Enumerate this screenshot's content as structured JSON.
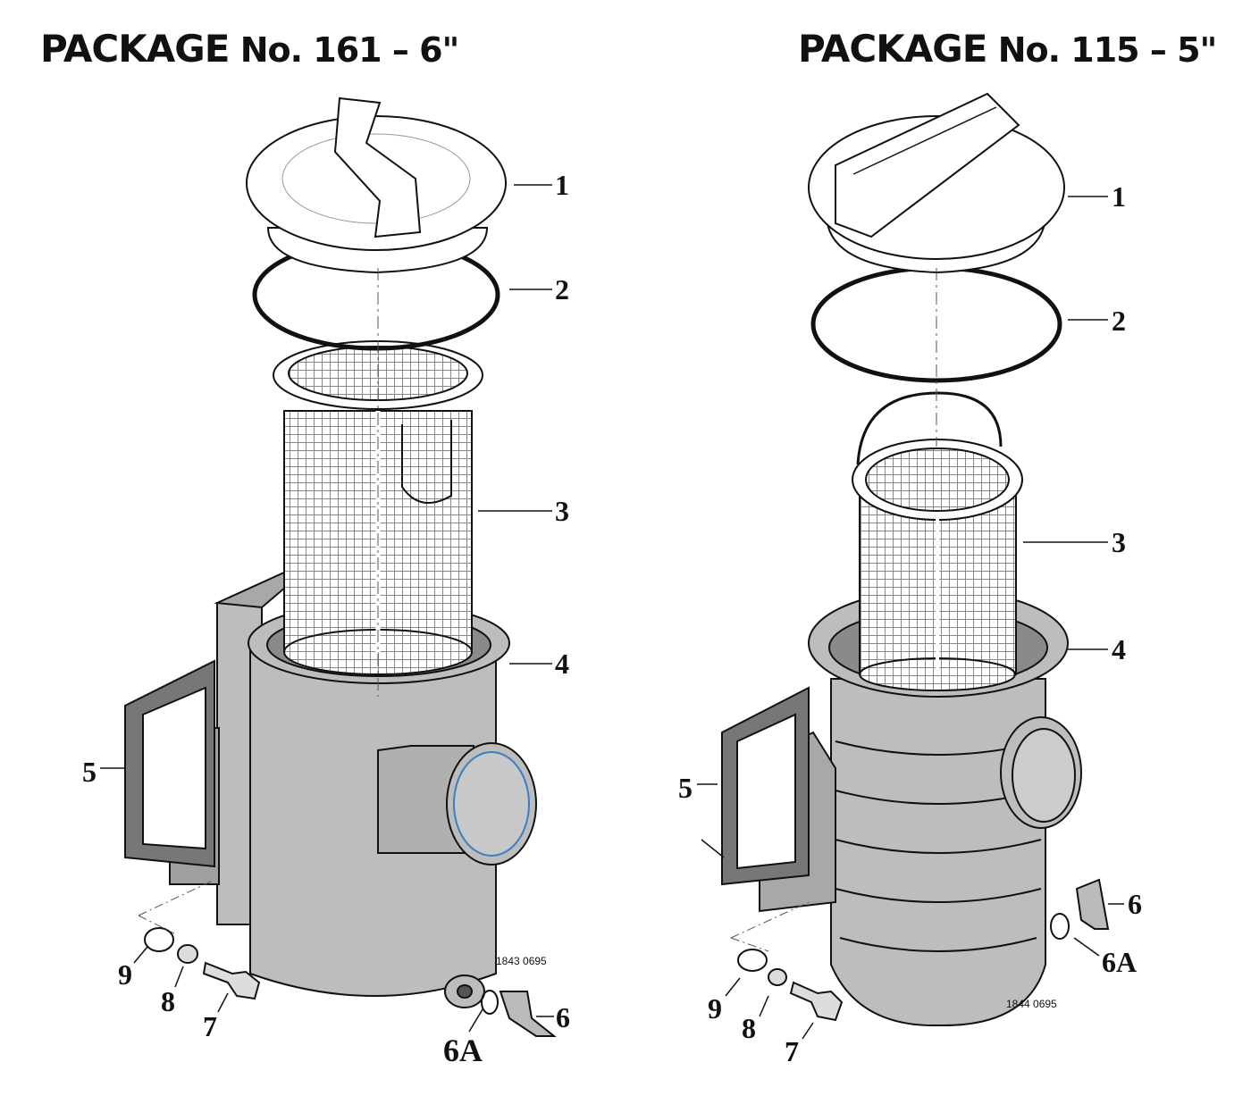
{
  "packages": [
    {
      "title_prefix": "PACKAGE",
      "title_rest": "No. 161 – 6\"",
      "drawing_code": "1843 0695",
      "labels": {
        "p1": "1",
        "p2": "2",
        "p3": "3",
        "p4": "4",
        "p5": "5",
        "p6": "6",
        "p6a": "6A",
        "p7": "7",
        "p8": "8",
        "p9": "9"
      }
    },
    {
      "title_prefix": "PACKAGE",
      "title_rest": "No. 115 – 5\"",
      "drawing_code": "1844 0695",
      "labels": {
        "p1": "1",
        "p2": "2",
        "p3": "3",
        "p4": "4",
        "p5": "5",
        "p6": "6",
        "p6a": "6A",
        "p7": "7",
        "p8": "8",
        "p9": "9"
      }
    }
  ],
  "colors": {
    "housing": "#bdbdbd",
    "gasket": "#7a7a7a",
    "ink": "#111111",
    "accent_ring": "#3a7fc4"
  }
}
